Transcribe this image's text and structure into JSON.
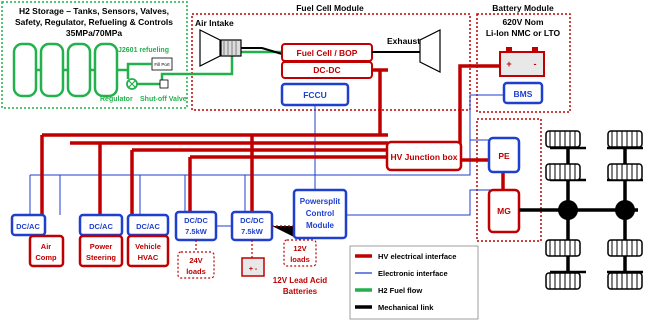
{
  "storage": {
    "title_line1": "H2 Storage – Tanks, Sensors, Valves,",
    "title_line2": "Safety, Regulator, Refueling & Controls",
    "title_line3": "35MPa/70MPa",
    "refueling": "J2601 refueling",
    "fill_port": "Fill Port",
    "regulator": "Regulator",
    "shutoff": "Shut-off Valve"
  },
  "fuel_cell_module": {
    "title": "Fuel Cell Module",
    "air_intake": "Air Intake",
    "exhaust": "Exhaust",
    "fc_bop": "Fuel Cell / BOP",
    "dcdc": "DC-DC",
    "fccu": "FCCU"
  },
  "battery_module": {
    "title": "Battery Module",
    "voltage": "620V Nom",
    "chemistry": "Li-Ion NMC or LTO",
    "bms": "BMS",
    "plus": "+",
    "minus": "-"
  },
  "hv_junction": "HV Junction box",
  "pe": "PE",
  "mg": "MG",
  "powersplit": {
    "l1": "Powersplit",
    "l2": "Control",
    "l3": "Module"
  },
  "loads": [
    {
      "top": "DC/AC",
      "l1": "Air",
      "l2": "Comp"
    },
    {
      "top": "DC/AC",
      "l1": "Power",
      "l2": "Steering"
    },
    {
      "top": "DC/AC",
      "l1": "Vehicle",
      "l2": "HVAC"
    }
  ],
  "dcdc_units": [
    {
      "l1": "DC/DC",
      "l2": "7.5kW"
    },
    {
      "l1": "DC/DC",
      "l2": "7.5kW"
    }
  ],
  "load_24v": {
    "l1": "24V",
    "l2": "loads"
  },
  "load_12v": {
    "l1": "12V",
    "l2": "loads"
  },
  "battery_12v": {
    "l1": "12V Lead Acid",
    "l2": "Batteries"
  },
  "legend": [
    {
      "label": "HV electrical interface",
      "color": "#c00000"
    },
    {
      "label": "Electronic interface",
      "color": "#1f3fcf"
    },
    {
      "label": "H2 Fuel flow",
      "color": "#22b14c"
    },
    {
      "label": "Mechanical link",
      "color": "#000000"
    }
  ],
  "colors": {
    "hv": "#c00000",
    "elec": "#1f3fcf",
    "h2": "#22b14c",
    "mech": "#000000"
  }
}
